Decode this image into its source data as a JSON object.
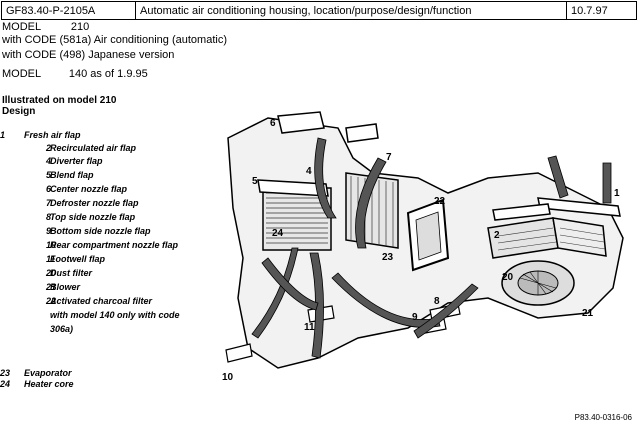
{
  "header": {
    "doc_id": "GF83.40-P-2105A",
    "title": "Automatic air conditioning housing, location/purpose/design/function",
    "date": "10.7.97"
  },
  "model_block": {
    "line1_label": "MODEL",
    "line1_value": "210",
    "line2": "with CODE (581a) Air conditioning (automatic)",
    "line3": "with CODE (498) Japanese version",
    "line4_label": "MODEL",
    "line4_value": "140 as of 1.9.95"
  },
  "illustrated": {
    "line1": "Illustrated on model 210",
    "line2": "Design"
  },
  "legend": [
    {
      "num": "1",
      "text": "Fresh air flap"
    },
    {
      "num": "2",
      "text": "Recirculated air flap"
    },
    {
      "num": "4",
      "text": "Diverter flap"
    },
    {
      "num": "5",
      "text": "Blend flap"
    },
    {
      "num": "6",
      "text": "Center nozzle flap"
    },
    {
      "num": "7",
      "text": "Defroster nozzle flap"
    },
    {
      "num": "8",
      "text": "Top side nozzle flap"
    },
    {
      "num": "9",
      "text": "Bottom side nozzle flap"
    },
    {
      "num": "10",
      "text": "Rear compartment nozzle flap"
    },
    {
      "num": "11",
      "text": "Footwell flap"
    },
    {
      "num": "20",
      "text": "Dust filter"
    },
    {
      "num": "21",
      "text": "Blower"
    },
    {
      "num": "22",
      "text": "Activated charcoal filter"
    },
    {
      "num": "",
      "text": "with model 140 only with code"
    },
    {
      "num": "",
      "text": "306a)"
    },
    {
      "num": "23",
      "text": "Evaporator"
    },
    {
      "num": "24",
      "text": "Heater core"
    }
  ],
  "diagram_labels": {
    "l6": "6",
    "l7": "7",
    "l4": "4",
    "l5": "5",
    "l24": "24",
    "l22": "22",
    "l1": "1",
    "l2": "2",
    "l23": "23",
    "l20": "20",
    "l21": "21",
    "l8": "8",
    "l9": "9",
    "l11": "11",
    "l10": "10"
  },
  "footer": {
    "ref": "P83.40-0316-06"
  }
}
